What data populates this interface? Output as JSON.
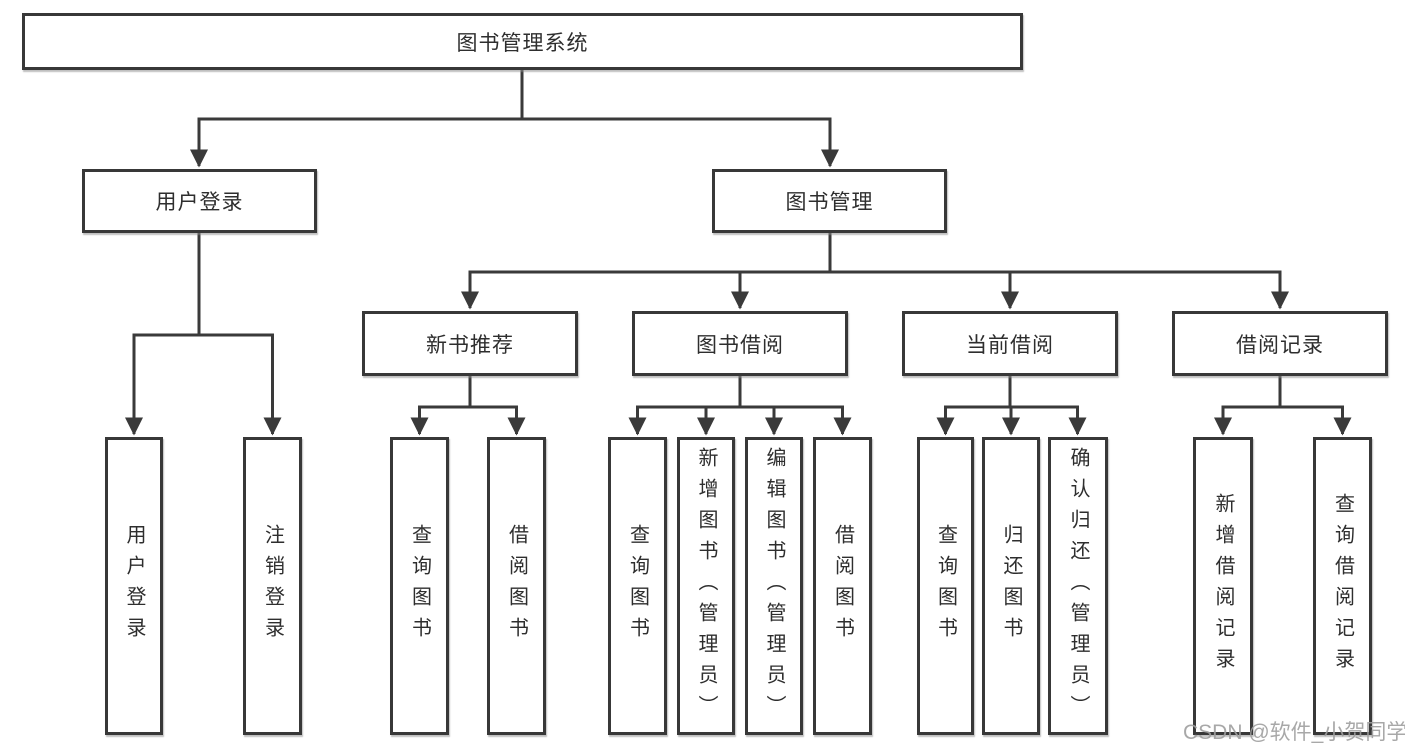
{
  "tree": {
    "label": "图书管理系统",
    "children": [
      {
        "label": "用户登录",
        "children": [
          {
            "label": "用户登录"
          },
          {
            "label": "注销登录"
          }
        ]
      },
      {
        "label": "图书管理",
        "children": [
          {
            "label": "新书推荐",
            "children": [
              {
                "label": "查询图书"
              },
              {
                "label": "借阅图书"
              }
            ]
          },
          {
            "label": "图书借阅",
            "children": [
              {
                "label": "查询图书"
              },
              {
                "label": "新增图书（管理员）"
              },
              {
                "label": "编辑图书（管理员）"
              },
              {
                "label": "借阅图书"
              }
            ]
          },
          {
            "label": "当前借阅",
            "children": [
              {
                "label": "查询图书"
              },
              {
                "label": "归还图书"
              },
              {
                "label": "确认归还（管理员）"
              }
            ]
          },
          {
            "label": "借阅记录",
            "children": [
              {
                "label": "新增借阅记录"
              },
              {
                "label": "查询借阅记录"
              }
            ]
          }
        ]
      }
    ]
  },
  "watermark": {
    "text": "CSDN @软件_小贺同学"
  },
  "colors": {
    "line": "#3a3a3a",
    "box_border": "#383838",
    "text": "#2e2e2e",
    "watermark": "#9e9e9e"
  }
}
